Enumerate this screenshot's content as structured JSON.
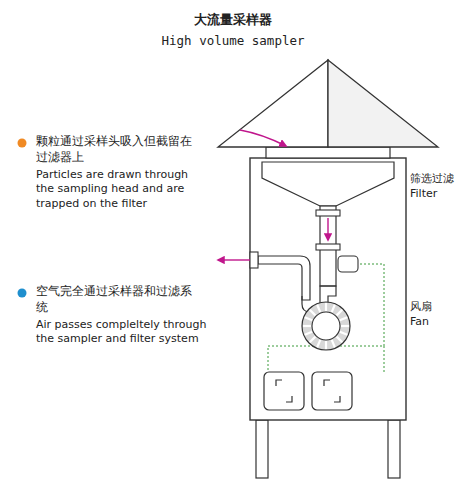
{
  "diagram": {
    "title": "大流量采样器",
    "labels": [
      "High volume sampler",
      "颗粒通过采样头吸入但截留在过滤器上",
      "Particles are drawn through the sampling head and are trapped on the filter",
      "空气完全通过采样器和过滤系统",
      "Air passes compleltely through the sampler and filter system",
      "筛选过滤",
      "Filter",
      "风扇",
      "Fan"
    ]
  }
}
